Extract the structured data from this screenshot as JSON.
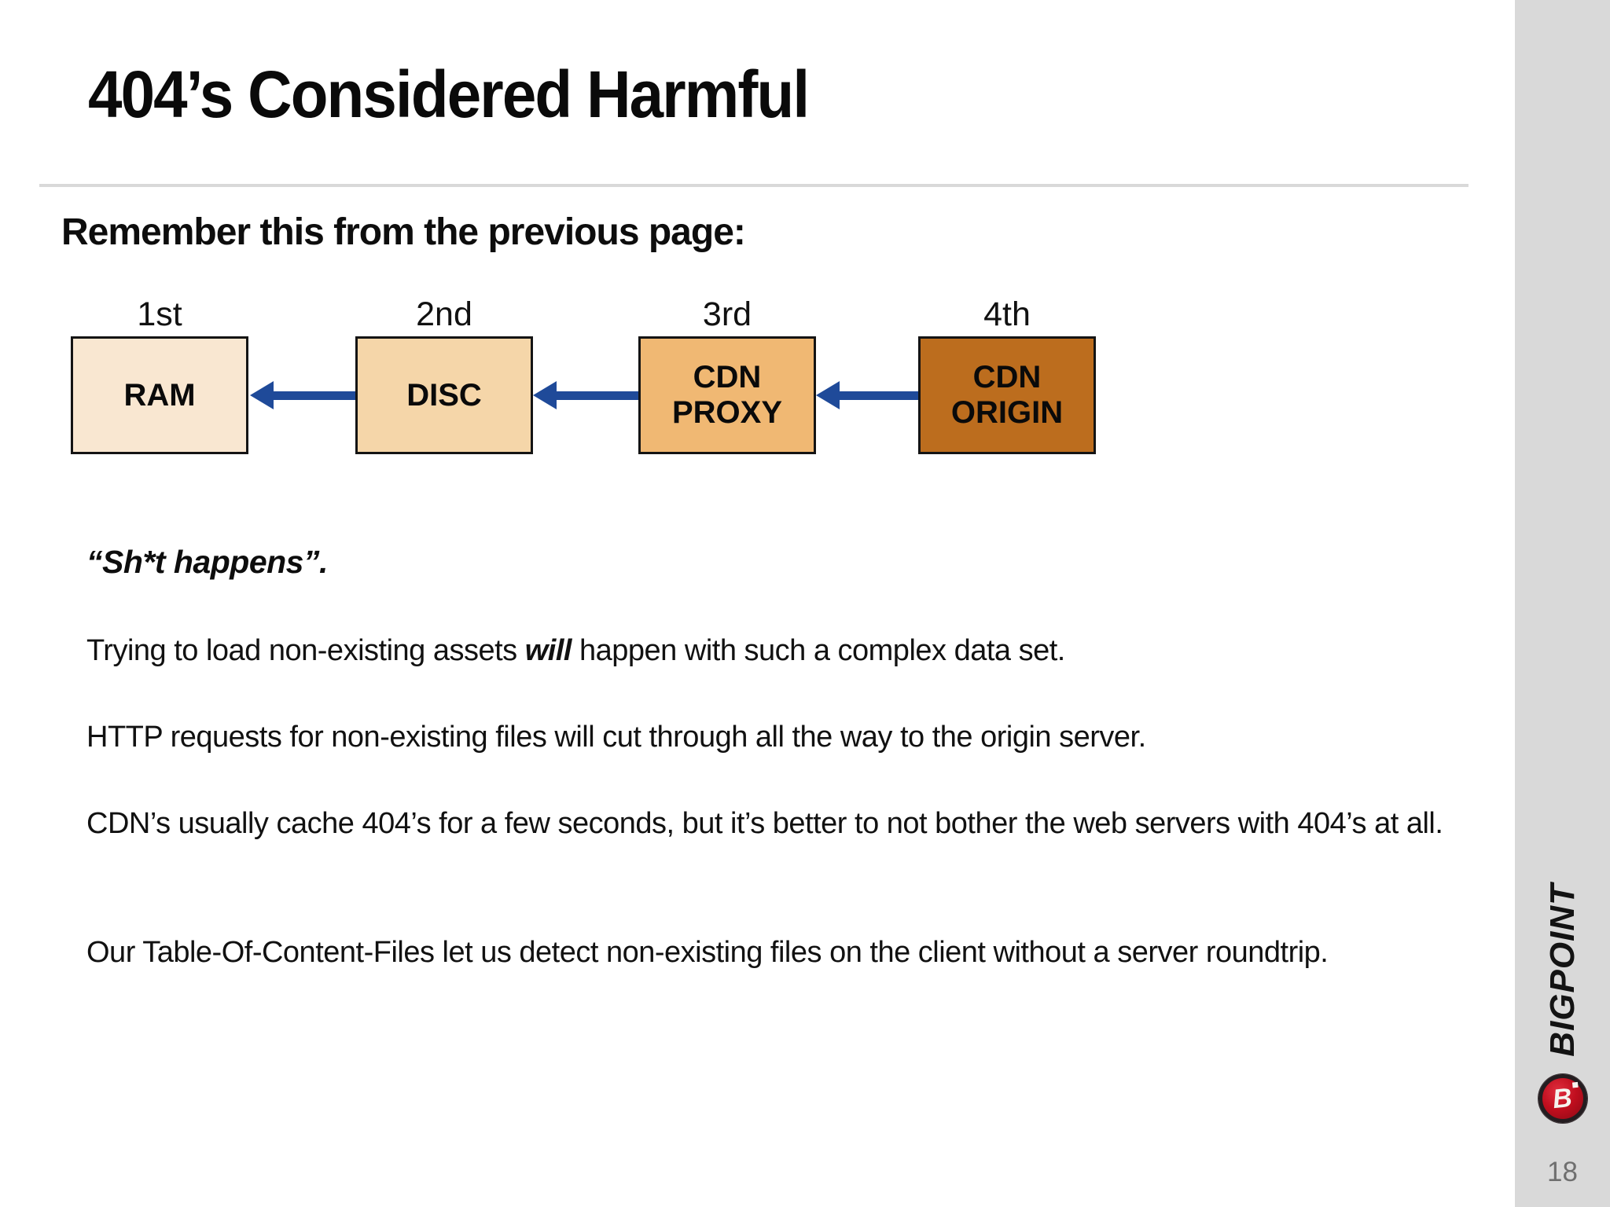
{
  "slide": {
    "title": "404’s Considered Harmful",
    "subtitle": "Remember this from the previous page:",
    "page_number": "18"
  },
  "diagram": {
    "arrow_color": "#1F4A99",
    "border_color": "#141414",
    "boxes": [
      {
        "ordinal": "1st",
        "label": "RAM",
        "color": "#F9E7D1"
      },
      {
        "ordinal": "2nd",
        "label": "DISC",
        "color": "#F5D6A9"
      },
      {
        "ordinal": "3rd",
        "label": "CDN\nPROXY",
        "color": "#F0B873"
      },
      {
        "ordinal": "4th",
        "label": "CDN\nORIGIN",
        "color": "#BC6D1E"
      }
    ]
  },
  "body": {
    "quote": "“Sh*t happens”.",
    "trying": {
      "prefix": "Trying to load non-existing assets ",
      "emphasis": "will",
      "suffix": " happen with such a complex data set."
    },
    "http": "HTTP requests for non-existing files will cut through all the way to the origin server.",
    "cdn_cache": "CDN’s usually cache 404’s for a few seconds, but it’s better to not bother the web servers with 404’s at all.",
    "toc": "Our Table-Of-Content-Files let us detect non-existing files on the client without a server roundtrip."
  },
  "sidebar": {
    "brand": "BIGPOINT",
    "brand_initial": "B",
    "background": "#D9D9D9",
    "accent_red": "#C00E1E"
  }
}
